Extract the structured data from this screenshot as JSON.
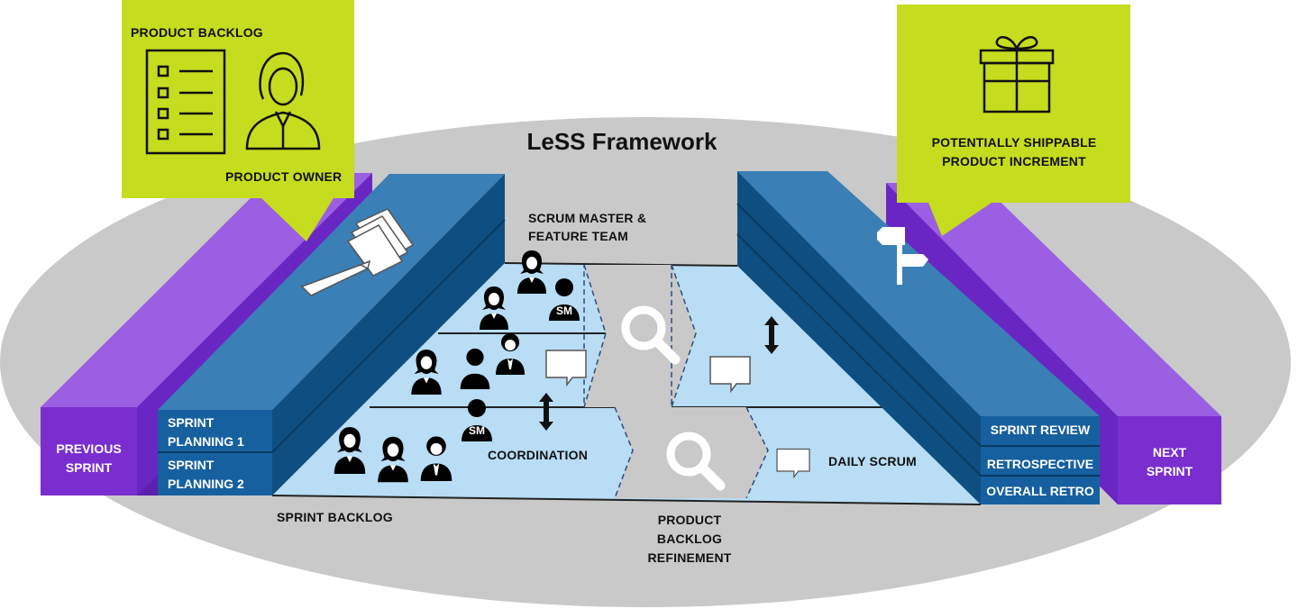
{
  "title": "LeSS Framework",
  "labels": {
    "product_backlog": "PRODUCT BACKLOG",
    "product_owner": "PRODUCT OWNER",
    "potentially_shippable_line1": "POTENTIALLY SHIPPABLE",
    "potentially_shippable_line2": "PRODUCT INCREMENT",
    "scrum_master_line1": "SCRUM MASTER &",
    "scrum_master_line2": "FEATURE TEAM",
    "previous_sprint_line1": "PREVIOUS",
    "previous_sprint_line2": "SPRINT",
    "next_sprint_line1": "NEXT",
    "next_sprint_line2": "SPRINT",
    "sprint_planning_1_line1": "SPRINT",
    "sprint_planning_1_line2": "PLANNING 1",
    "sprint_planning_2_line1": "SPRINT",
    "sprint_planning_2_line2": "PLANNING 2",
    "sprint_review": "SPRINT REVIEW",
    "retrospective": "RETROSPECTIVE",
    "overall_retro": "OVERALL RETRO",
    "coordination": "COORDINATION",
    "daily_scrum": "DAILY SCRUM",
    "sprint_backlog": "SPRINT BACKLOG",
    "refinement_line1": "PRODUCT",
    "refinement_line2": "BACKLOG",
    "refinement_line3": "REFINEMENT",
    "sm_badge_1": "SM",
    "sm_badge_2": "SM"
  },
  "colors": {
    "lime": "#c6dc1e",
    "purple": "#7a2ed0",
    "purple_light": "#9557e0",
    "blue_top": "#3a7fb6",
    "blue_side": "#0f4e80",
    "floor": "#b8ddf5",
    "ellipse": "#c9c9c9"
  },
  "icons": [
    "checklist-icon",
    "woman-person-icon",
    "gift-icon",
    "notes-pen-icon",
    "signpost-icon",
    "magnifier-icon",
    "speech-bubble-icon",
    "double-arrow-icon",
    "team-person-icon"
  ]
}
